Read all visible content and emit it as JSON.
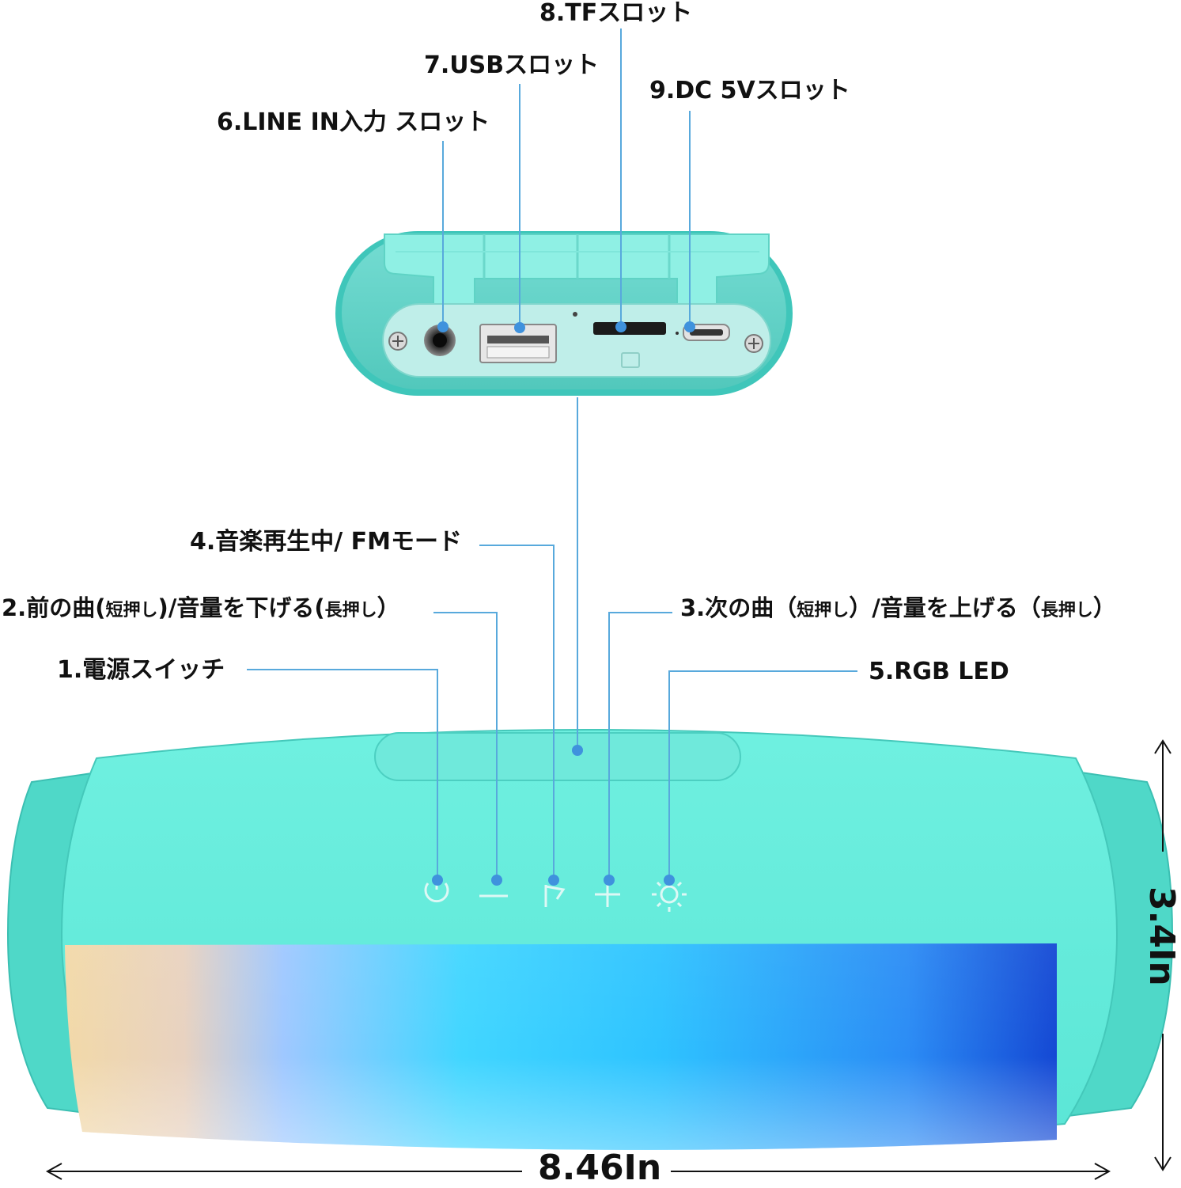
{
  "labels": {
    "tf_slot": "8.TFスロット",
    "usb_slot": "7.USBスロット",
    "dc_slot": "9.DC 5Vスロット",
    "line_in": "6.LINE IN入力 スロット",
    "mode": "4.音楽再生中/ FMモード",
    "prev_main": "2.前の曲(",
    "prev_short": "短押し",
    "prev_mid": ")/音量を下げる(",
    "prev_long": "長押し",
    "prev_end": "）",
    "next_main": "3.次の曲（",
    "next_short": "短押し",
    "next_mid": "）/音量を上げる（",
    "next_long": "長押し",
    "next_end": "）",
    "power": "1.電源スイッチ",
    "rgb": "5.RGB LED"
  },
  "dimensions": {
    "height": "3.4In",
    "width": "8.46In"
  },
  "colors": {
    "body": "#5ee8d8",
    "body_dark": "#3bc9bb",
    "callout_line": "#58a9dc",
    "dot": "#3f92dd",
    "accent_blue": "#1a5bd6"
  },
  "icons": [
    "power-icon",
    "minus-icon",
    "mode-icon",
    "plus-icon",
    "light-icon"
  ]
}
